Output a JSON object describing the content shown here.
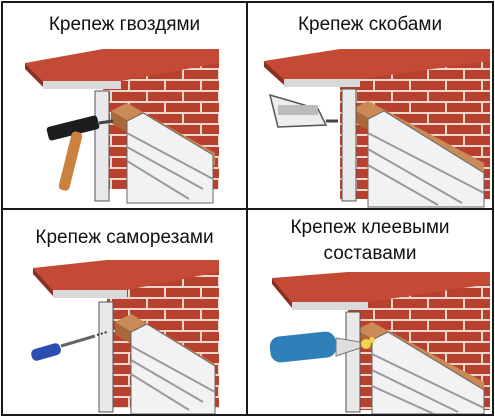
{
  "panels": [
    {
      "title": "Крепеж гвоздями",
      "tool": "hammer-icon"
    },
    {
      "title": "Крепеж скобами",
      "tool": "staple-gun-icon"
    },
    {
      "title": "Крепеж саморезами",
      "tool": "screwdriver-icon"
    },
    {
      "title_line1": "Крепеж клеевыми",
      "title_line2": "составами",
      "tool": "glue-gun-icon"
    }
  ],
  "colors": {
    "brick": "#b8402e",
    "mortar": "#ead8cc",
    "batten": "#c98a58",
    "panel": "#e9e9ea",
    "frame": "#1a1a1a"
  }
}
